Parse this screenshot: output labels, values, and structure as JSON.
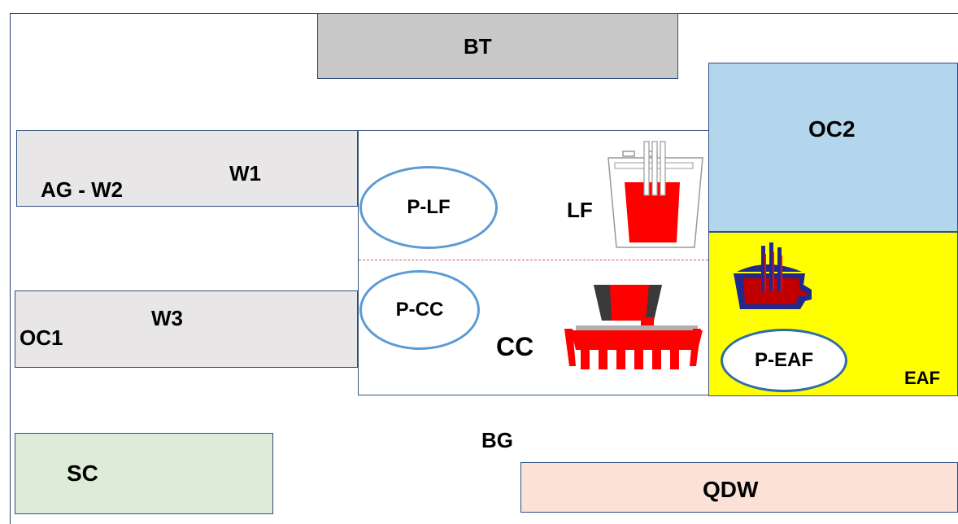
{
  "areas": {
    "bt": "BT",
    "oc2": "OC2",
    "ag_w2": "AG - W2",
    "w1": "W1",
    "oc1": "OC1",
    "w3": "W3",
    "lf": "LF",
    "cc": "CC",
    "eaf": "EAF",
    "bg": "BG",
    "sc": "SC",
    "qdw": "QDW"
  },
  "points": {
    "p_lf": "P-LF",
    "p_cc": "P-CC",
    "p_eaf": "P-EAF"
  },
  "colors": {
    "bt": "#c8c8c8",
    "oc2": "#b4d6ec",
    "warehouse": "#e8e6e7",
    "eaf": "#ffff00",
    "sc": "#dcecd8",
    "qdw": "#fbe1d6",
    "oval_border": "#5b9bd5",
    "steel": "#ff0000"
  },
  "icons": {
    "ladle_furnace": "ladle-furnace-icon",
    "continuous_caster": "continuous-caster-icon",
    "electric_arc_furnace": "electric-arc-furnace-icon"
  }
}
